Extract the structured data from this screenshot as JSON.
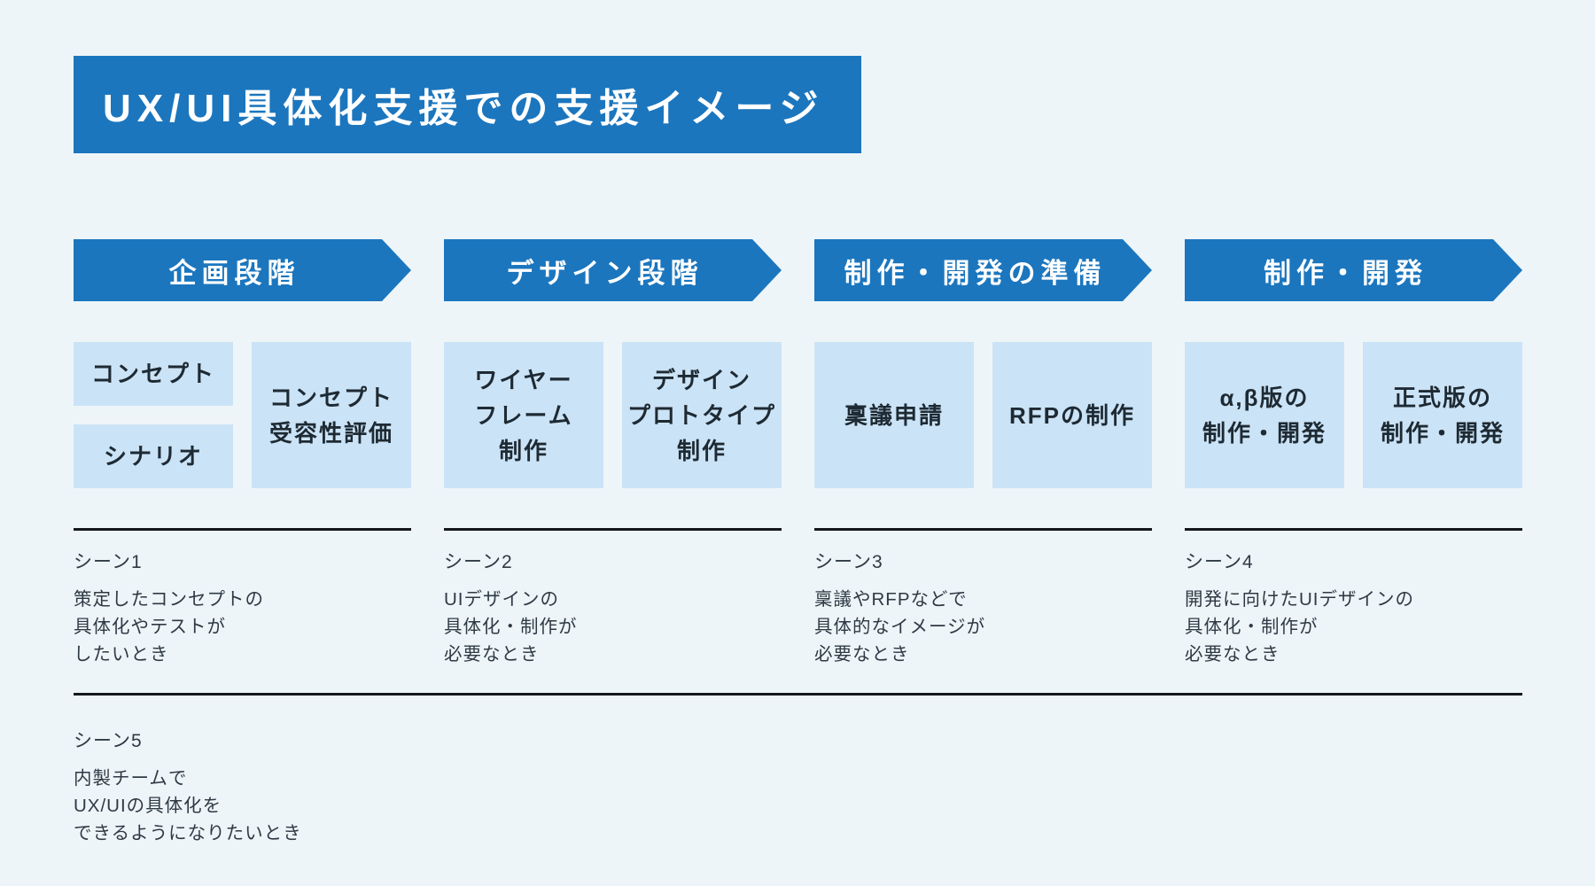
{
  "title": "UX/UI具体化支援での支援イメージ",
  "colors": {
    "accent_blue": "#1b76be",
    "light_blue": "#cbe3f6",
    "background": "#eef5f9",
    "divider": "#14181c",
    "box_text": "#1e2a33",
    "scene_text": "#2e3a44"
  },
  "phases": [
    {
      "label": "企画段階",
      "boxes": [
        {
          "text": "コンセプト"
        },
        {
          "text": "シナリオ"
        },
        {
          "text": "コンセプト\n受容性評価"
        }
      ]
    },
    {
      "label": "デザイン段階",
      "boxes": [
        {
          "text": "ワイヤー\nフレーム\n制作"
        },
        {
          "text": "デザイン\nプロトタイプ\n制作"
        }
      ]
    },
    {
      "label": "制作・開発の準備",
      "boxes": [
        {
          "text": "稟議申請"
        },
        {
          "text": "RFPの制作"
        }
      ]
    },
    {
      "label": "制作・開発",
      "boxes": [
        {
          "text": "α,β版の\n制作・開発"
        },
        {
          "text": "正式版の\n制作・開発"
        }
      ]
    }
  ],
  "scenes": [
    {
      "label": "シーン1",
      "description": "策定したコンセプトの\n具体化やテストが\nしたいとき"
    },
    {
      "label": "シーン2",
      "description": "UIデザインの\n具体化・制作が\n必要なとき"
    },
    {
      "label": "シーン3",
      "description": "稟議やRFPなどで\n具体的なイメージが\n必要なとき"
    },
    {
      "label": "シーン4",
      "description": "開発に向けたUIデザインの\n具体化・制作が\n必要なとき"
    },
    {
      "label": "シーン5",
      "description": "内製チームで\nUX/UIの具体化を\nできるようになりたいとき"
    }
  ]
}
